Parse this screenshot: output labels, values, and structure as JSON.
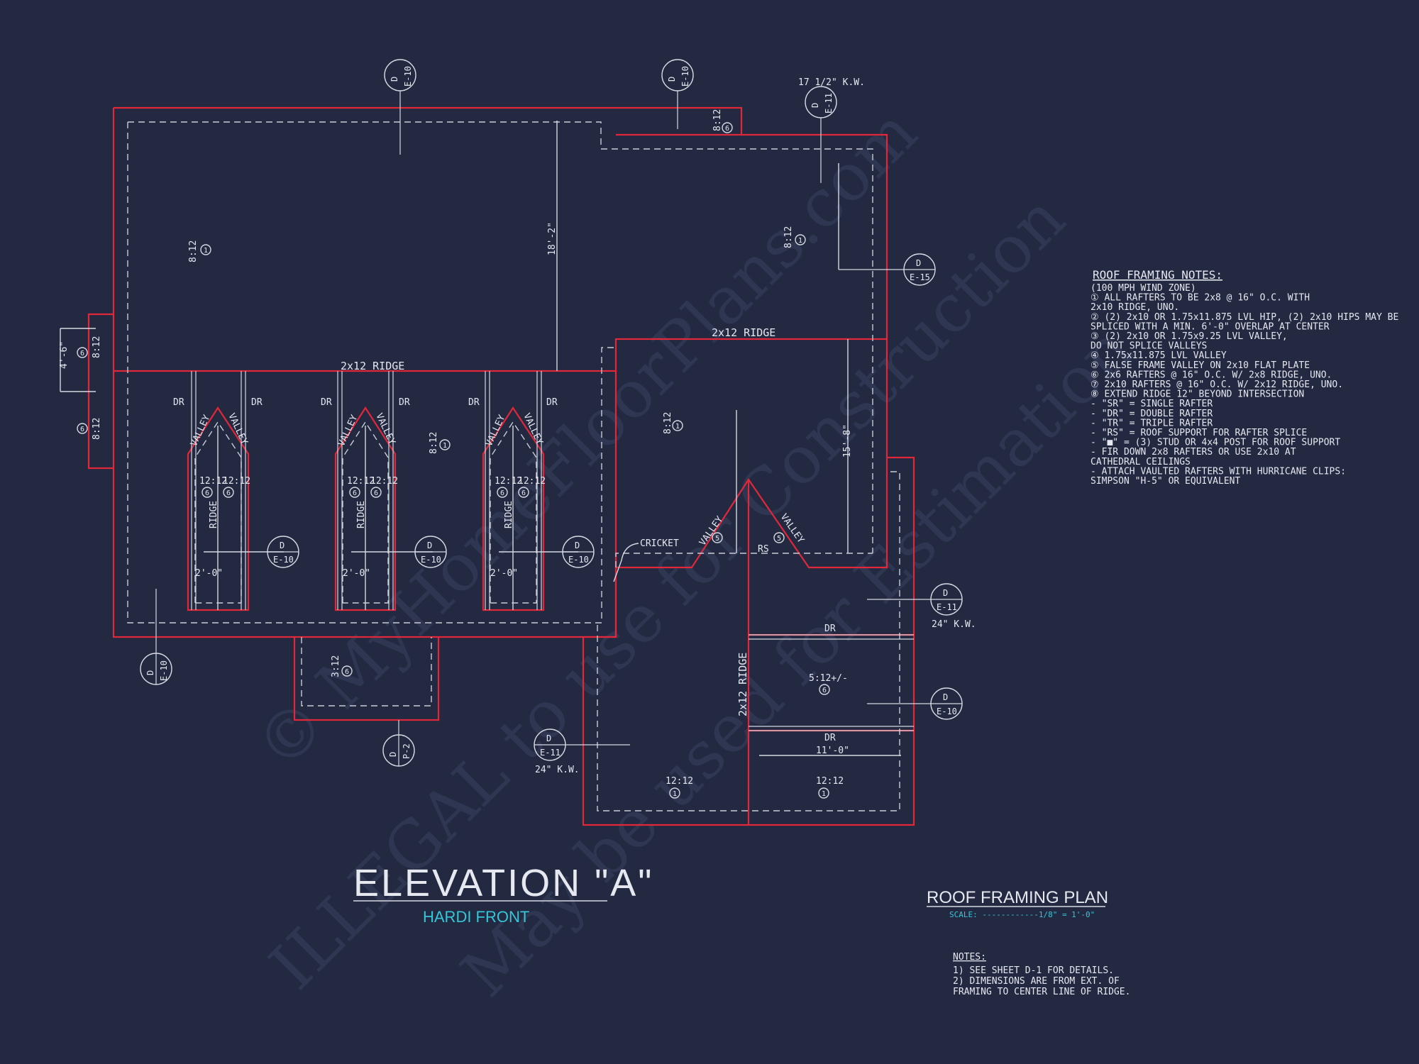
{
  "title": "ELEVATION \"A\"",
  "subtitle": "HARDI FRONT",
  "plan_title": "ROOF FRAMING PLAN",
  "scale_label": "SCALE: ------------1/8\" = 1'-0\"",
  "watermark": {
    "line1": "© MyHomeFloorPlans.com",
    "line2": "ILLEGAL to use for Construction",
    "line3": "May be used for Estimation"
  },
  "roof_notes": {
    "heading": "ROOF FRAMING NOTES:",
    "lines": [
      "(100 MPH WIND ZONE)",
      "① ALL RAFTERS TO BE 2x8 @ 16\" O.C. WITH",
      "   2x10 RIDGE, UNO.",
      "② (2) 2x10 OR 1.75x11.875 LVL HIP, (2) 2x10 HIPS MAY BE",
      "   SPLICED WITH A MIN. 6'-0\" OVERLAP AT CENTER",
      "③ (2) 2x10 OR 1.75x9.25 LVL VALLEY,",
      "   DO NOT SPLICE VALLEYS",
      "④ 1.75x11.875 LVL VALLEY",
      "⑤ FALSE FRAME VALLEY ON 2x10 FLAT PLATE",
      "⑥ 2x6 RAFTERS @ 16\" O.C. W/ 2x8 RIDGE, UNO.",
      "⑦ 2x10 RAFTERS @ 16\" O.C. W/ 2x12 RIDGE, UNO.",
      "⑧ EXTEND RIDGE 12\" BEYOND INTERSECTION",
      "- \"SR\" = SINGLE RAFTER",
      "- \"DR\" = DOUBLE RAFTER",
      "- \"TR\" = TRIPLE RAFTER",
      "- \"RS\" = ROOF SUPPORT FOR RAFTER SPLICE",
      "- \"■\" = (3) STUD OR 4x4 POST FOR ROOF SUPPORT",
      "- FIR DOWN 2x8 RAFTERS OR USE 2x10 AT",
      "  CATHEDRAL CEILINGS",
      "- ATTACH VAULTED RAFTERS WITH HURRICANE CLIPS:",
      "  SIMPSON \"H-5\" OR EQUIVALENT"
    ]
  },
  "bottom_notes": {
    "heading": "NOTES:",
    "lines": [
      "1) SEE SHEET D-1 FOR DETAILS.",
      "2) DIMENSIONS ARE FROM EXT. OF",
      "   FRAMING TO CENTER LINE OF RIDGE."
    ]
  },
  "labels": {
    "ridge_main": "2x12 RIDGE",
    "ridge_right": "2x12 RIDGE",
    "ridge_vertical": "2x12 RIDGE",
    "ridge_short": "RIDGE",
    "valley": "VALLEY",
    "dr": "DR",
    "rs": "RS",
    "cricket": "CRICKET",
    "kw_top": "17 1/2\" K.W.",
    "kw_right": "24\" K.W.",
    "kw_left": "24\" K.W.",
    "pitch_812": "8:12",
    "pitch_1212": "12:12",
    "pitch_312": "3:12",
    "pitch_512": "5:12+/-",
    "dim_182": "18'-2\"",
    "dim_158": "15'-8\"",
    "dim_20": "2'-0\"",
    "dim_110": "11'-0\"",
    "dim_46": "4'-6\"",
    "n1": "1",
    "n5": "5",
    "n6": "6"
  },
  "callouts": {
    "d": "D",
    "e10": "E-10",
    "e11": "E-11",
    "e15": "E-15",
    "p2": "P-2"
  }
}
